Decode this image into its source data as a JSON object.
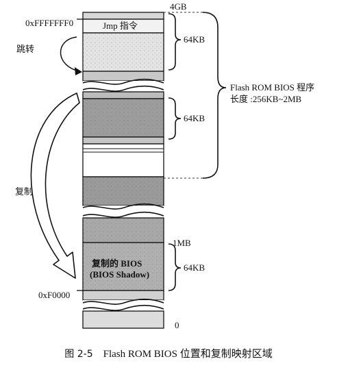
{
  "diagram": {
    "labels": {
      "top_gb": "4GB",
      "addr_top": "0xFFFFFFF0",
      "jmp_box": "Jmp 指令",
      "jump": "跳转",
      "size_top": "64KB",
      "size_mid": "64KB",
      "flash_line1": "Flash ROM BIOS 程序",
      "flash_line2": "长度 :256KB~2MB",
      "copy": "复制",
      "mb1": "1MB",
      "shadow_line1": "复制的 BIOS",
      "shadow_line2": "(BIOS Shadow)",
      "size_shadow": "64KB",
      "addr_f0000": "0xF0000",
      "zero": "0"
    }
  },
  "caption": {
    "figure_no": "图 2-5",
    "text": "Flash ROM BIOS 位置和复制映射区域"
  },
  "colors": {
    "ink": "#111111",
    "shade": "#9c9c9c",
    "light_shade": "#e2e2e2",
    "mid_shade": "#b4b4b4"
  }
}
